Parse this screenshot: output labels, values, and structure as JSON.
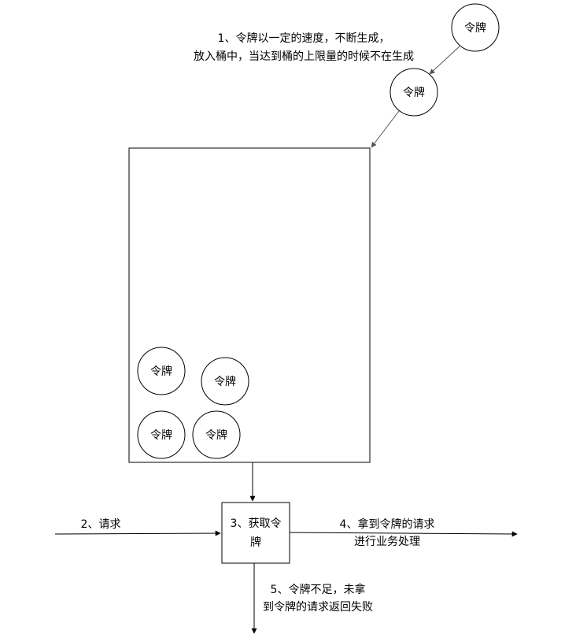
{
  "diagram": {
    "token": "令牌",
    "notes": {
      "generate_line1": "1、令牌以一定的速度，不断生成，",
      "generate_line2": "放入桶中，当达到桶的上限量的时候不在生成",
      "request": "2、请求",
      "acquire_line1": "3、获取令",
      "acquire_line2": "牌",
      "success_line1": "4、拿到令牌的请求",
      "success_line2": "进行业务处理",
      "fail_line1": "5、令牌不足，未拿",
      "fail_line2": "到令牌的请求返回失败"
    }
  }
}
